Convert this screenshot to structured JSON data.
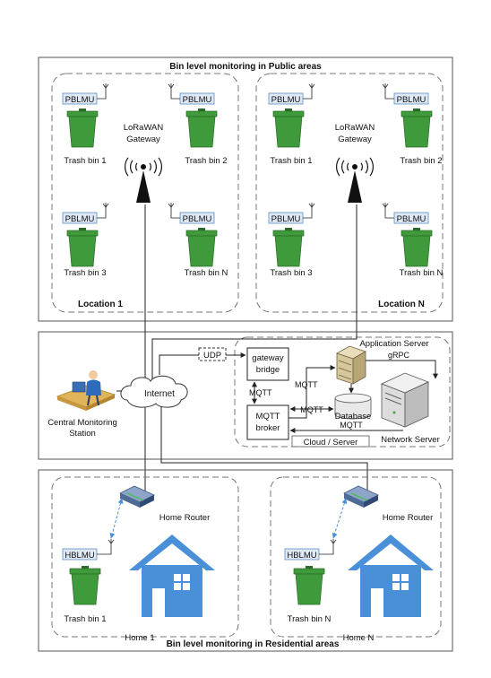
{
  "panels": {
    "public_title": "Bin level monitoring in Public areas",
    "residential_title": "Bin level monitoring in Residential areas"
  },
  "locations": [
    {
      "name": "Location 1",
      "gateway": [
        "LoRaWAN",
        "Gateway"
      ],
      "bins": [
        {
          "sensor": "PBLMU",
          "label": "Trash bin 1"
        },
        {
          "sensor": "PBLMU",
          "label": "Trash bin 2"
        },
        {
          "sensor": "PBLMU",
          "label": "Trash bin 3"
        },
        {
          "sensor": "PBLMU",
          "label": "Trash bin N"
        }
      ]
    },
    {
      "name": "Location N",
      "gateway": [
        "LoRaWAN",
        "Gateway"
      ],
      "bins": [
        {
          "sensor": "PBLMU",
          "label": "Trash bin 1"
        },
        {
          "sensor": "PBLMU",
          "label": "Trash bin 2"
        },
        {
          "sensor": "PBLMU",
          "label": "Trash bin 3"
        },
        {
          "sensor": "PBLMU",
          "label": "Trash bin N"
        }
      ]
    }
  ],
  "central": {
    "station": [
      "Central Monitoring",
      "Station"
    ],
    "internet": "Internet",
    "udp": "UDP",
    "gateway_bridge": [
      "gateway",
      "bridge"
    ],
    "mqtt_broker": [
      "MQTT",
      "broker"
    ],
    "mqtt": "MQTT",
    "database": "Database",
    "application_server": "Application Server",
    "grpc": "gRPC",
    "network_server": "Network Server",
    "cloud_server": "Cloud / Server"
  },
  "homes": [
    {
      "name": "Home 1",
      "router": "Home Router",
      "sensor": "HBLMU",
      "bin": "Trash bin 1"
    },
    {
      "name": "Home N",
      "router": "Home Router",
      "sensor": "HBLMU",
      "bin": "Trash bin N"
    }
  ],
  "colors": {
    "bin_green": "#3e9a3a",
    "house_blue": "#4a90d9",
    "sensor_fill": "#dfe9f5",
    "sensor_stroke": "#5b8ec4",
    "panel_stroke": "#555555",
    "dashed_stroke": "#777777"
  }
}
